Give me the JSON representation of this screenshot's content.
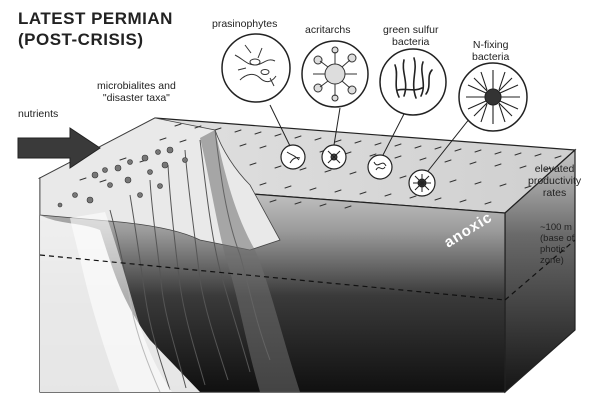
{
  "title": {
    "line1": "LATEST PERMIAN",
    "line2": "(POST-CRISIS)"
  },
  "labels": {
    "prasinophytes": "prasinophytes",
    "acritarchs": "acritarchs",
    "green_sulfur_line1": "green sulfur",
    "green_sulfur_line2": "bacteria",
    "n_fixing_line1": "N-fixing",
    "n_fixing_line2": "bacteria",
    "microbialites_line1": "microbialites and",
    "microbialites_line2": "\"disaster taxa\"",
    "nutrients": "nutrients",
    "elevated_line1": "elevated",
    "elevated_line2": "productivity",
    "elevated_line3": "rates",
    "depth_line1": "~100 m",
    "depth_line2": "(base of",
    "depth_line3": "photic",
    "depth_line4": "zone)",
    "anoxic": "anoxic"
  },
  "colors": {
    "ink": "#222222",
    "water_top": "#d8d8d8",
    "water_deep": "#1a1a1a",
    "arrow": "#3a3a3a"
  }
}
